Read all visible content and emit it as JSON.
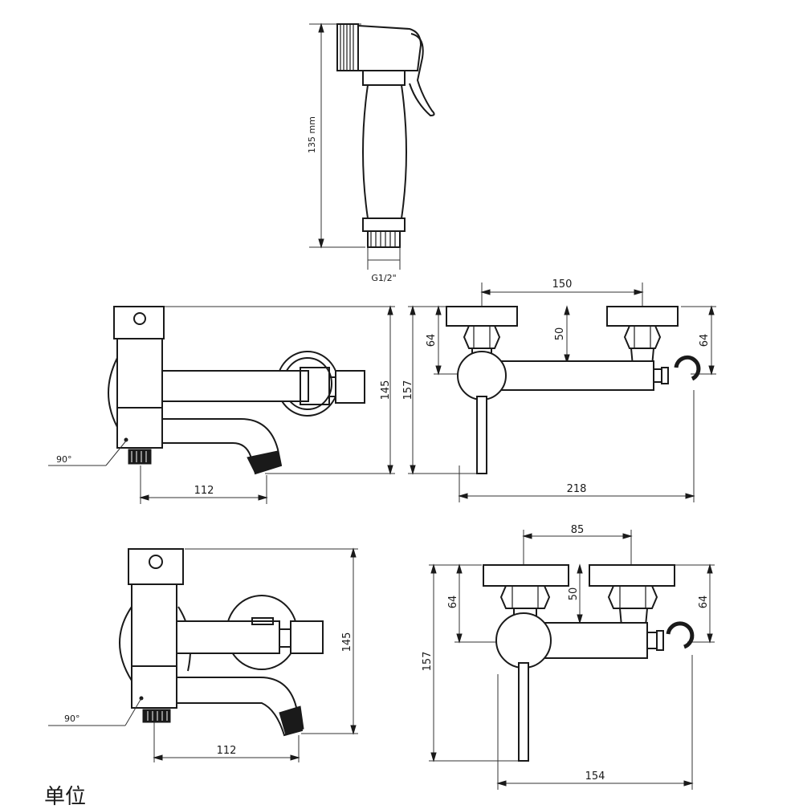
{
  "sprayer": {
    "height_label": "135 mm",
    "thread_label": "G1/2\""
  },
  "view1_side": {
    "height_label": "145",
    "width_label": "112",
    "angle_label": "90°"
  },
  "view1_front": {
    "top_width_label": "150",
    "mid_height_label": "50",
    "left_height_label": "64",
    "right_height_label": "64",
    "total_height_label": "157",
    "total_width_label": "218"
  },
  "view2_side": {
    "height_label": "145",
    "width_label": "112",
    "angle_label": "90°"
  },
  "view2_front": {
    "top_width_label": "85",
    "mid_height_label": "50",
    "left_height_label": "64",
    "right_height_label": "64",
    "total_height_label": "157",
    "total_width_label": "154"
  },
  "footer": {
    "text": "单位"
  }
}
